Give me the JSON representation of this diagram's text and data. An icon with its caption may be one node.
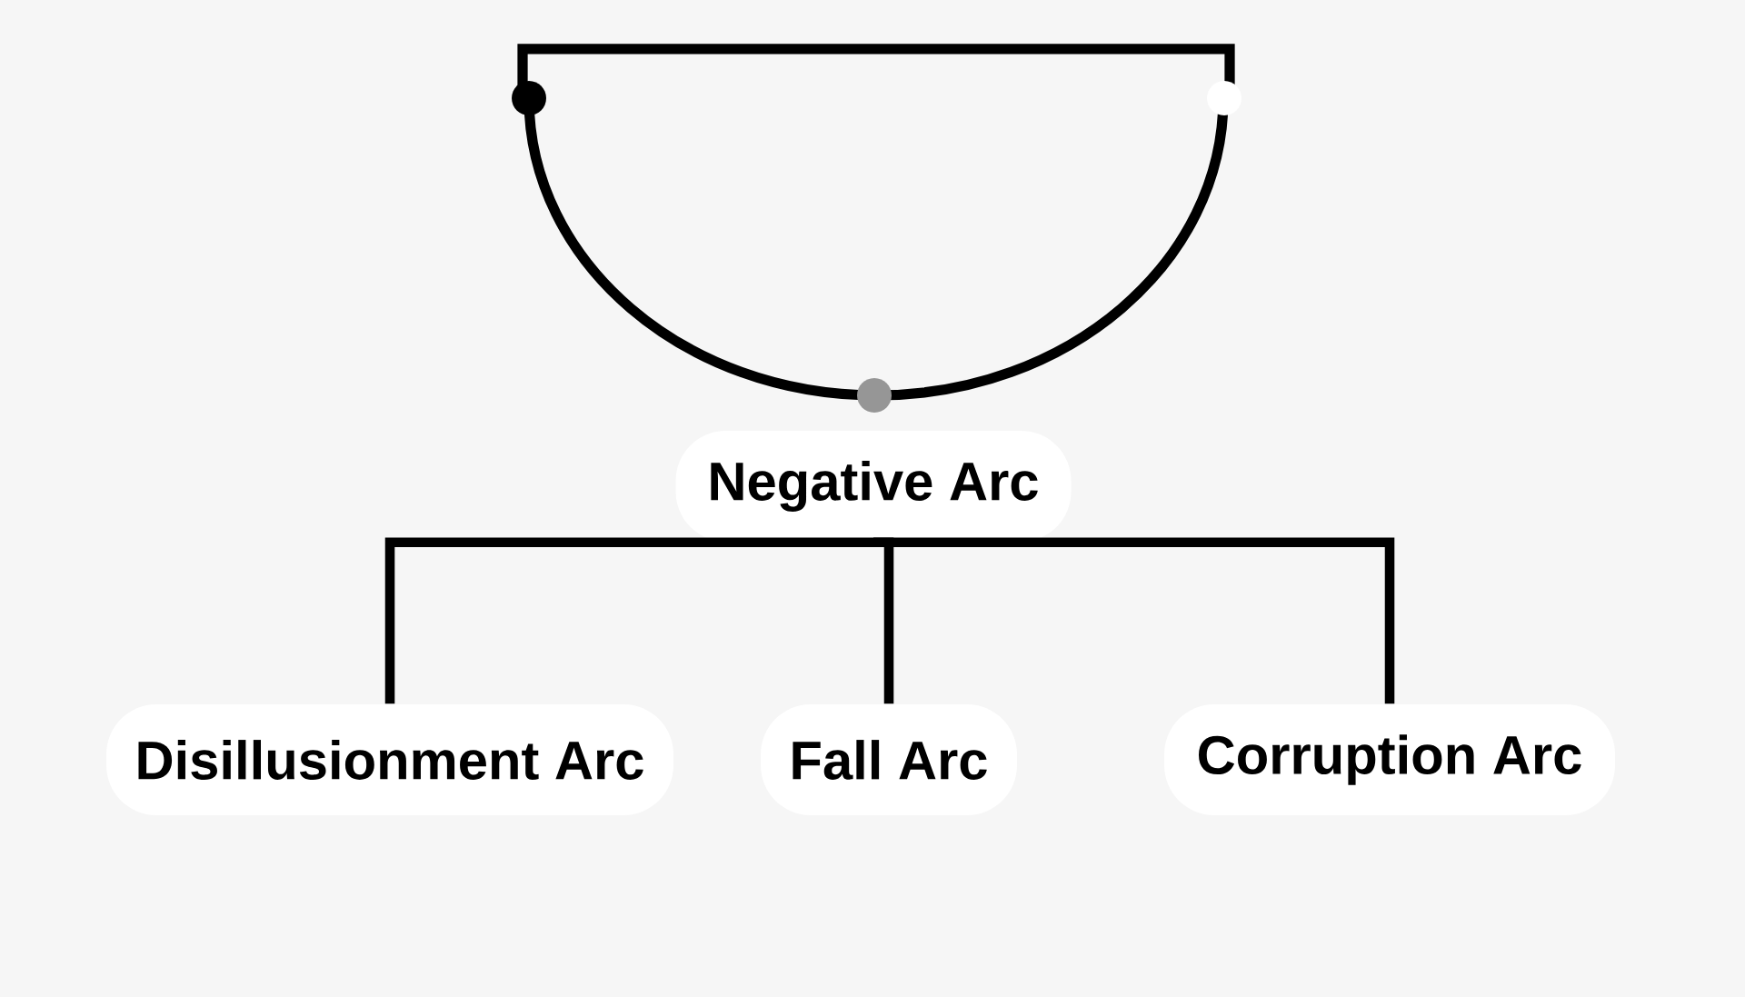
{
  "diagram": {
    "nodes": [
      {
        "text": [
          "Negative Arc"
        ]
      },
      {
        "text": [
          "Disillusionment Arc"
        ]
      },
      {
        "text": [
          "Fall Arc"
        ]
      },
      {
        "text": [
          "Corruption Arc"
        ]
      }
    ],
    "edges": [
      {
        "from": 0,
        "to": 1,
        "arrow": "none"
      },
      {
        "from": 0,
        "to": 2,
        "arrow": "none"
      },
      {
        "from": 0,
        "to": 3,
        "arrow": "none"
      }
    ]
  }
}
